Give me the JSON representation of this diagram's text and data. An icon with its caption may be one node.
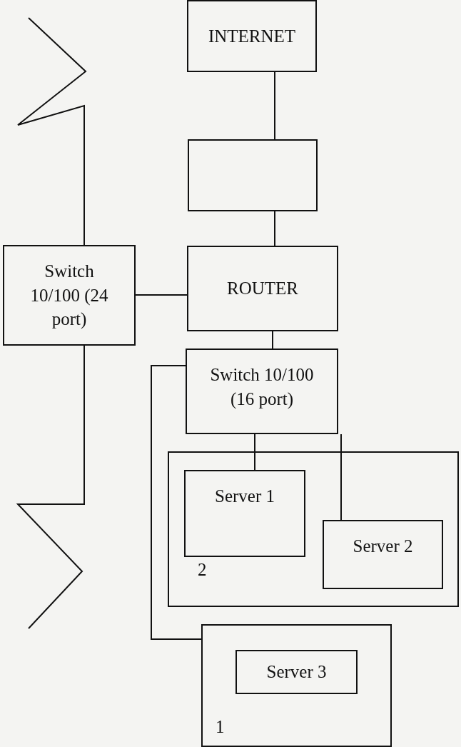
{
  "diagram": {
    "nodes": [
      {
        "text": [
          "INTERNET"
        ]
      },
      {
        "text": [],
        "shape": "box"
      },
      {
        "text": [
          "ROUTER"
        ]
      },
      {
        "text": [
          "Switch 10/100 (24 port)"
        ]
      },
      {
        "text": [
          "Switch 10/100 (16 port)"
        ]
      },
      {
        "text": [
          "2"
        ]
      },
      {
        "text": [
          "Server 1"
        ],
        "in": 5
      },
      {
        "text": [
          "Server 2"
        ],
        "in": 5
      },
      {
        "text": [
          "1"
        ]
      },
      {
        "text": [
          "Server 3"
        ],
        "in": 8
      }
    ],
    "edges": [
      {
        "from": 0,
        "to": 1,
        "arrow": "none"
      },
      {
        "from": 1,
        "to": 2,
        "arrow": "none"
      },
      {
        "from": 3,
        "to": 2,
        "arrow": "none"
      },
      {
        "from": 2,
        "to": 4,
        "arrow": "none"
      },
      {
        "from": 4,
        "to": 6,
        "arrow": "none"
      },
      {
        "from": 4,
        "to": 7,
        "arrow": "none"
      },
      {
        "from": 4,
        "to": 8,
        "arrow": "none"
      },
      {
        "from": 3,
        "to": null,
        "arrow": "none"
      },
      {
        "from": 3,
        "to": null,
        "arrow": "none"
      }
    ]
  }
}
